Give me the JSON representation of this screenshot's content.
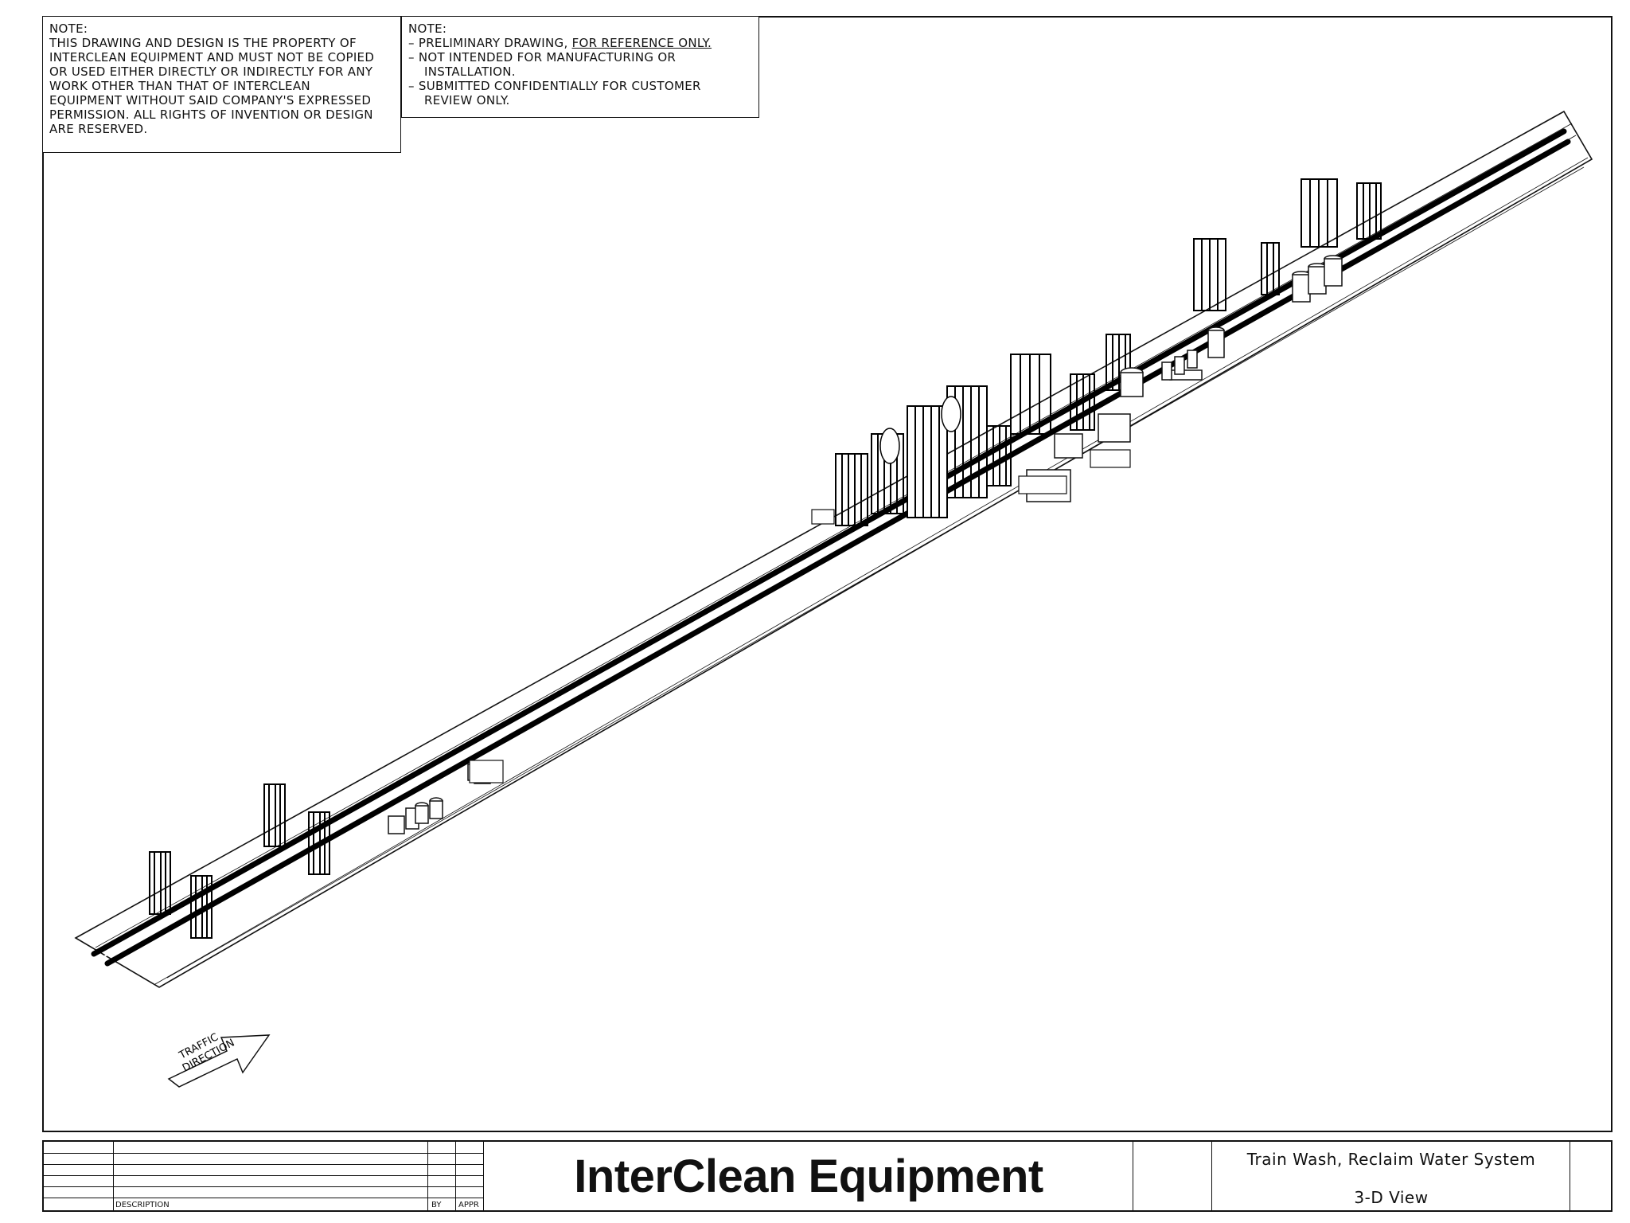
{
  "note_left": {
    "heading": "NOTE:",
    "lines": [
      "THIS DRAWING AND DESIGN IS THE PROPERTY OF",
      "INTERCLEAN EQUIPMENT AND MUST NOT BE COPIED",
      "OR USED EITHER DIRECTLY OR INDIRECTLY FOR ANY",
      "WORK OTHER THAN THAT OF INTERCLEAN",
      "EQUIPMENT WITHOUT SAID COMPANY'S EXPRESSED",
      "PERMISSION. ALL RIGHTS OF INVENTION OR DESIGN",
      "ARE RESERVED."
    ]
  },
  "note_right": {
    "heading": "NOTE:",
    "line1_prefix": "– PRELIMINARY DRAWING, ",
    "line1_underlined": "FOR REFERENCE ONLY.",
    "line2": "– NOT INTENDED FOR MANUFACTURING OR",
    "line3": "INSTALLATION.",
    "line4": "– SUBMITTED CONFIDENTIALLY FOR CUSTOMER",
    "line5": "REVIEW ONLY."
  },
  "arrow": {
    "line1": "TRAFFIC",
    "line2": "DIRECTION"
  },
  "title_block": {
    "company": "InterClean Equipment",
    "title": "Train Wash, Reclaim Water System",
    "view": "3-D View",
    "col_description": "DESCRIPTION",
    "col_by": "BY",
    "col_appr": "APPR"
  }
}
